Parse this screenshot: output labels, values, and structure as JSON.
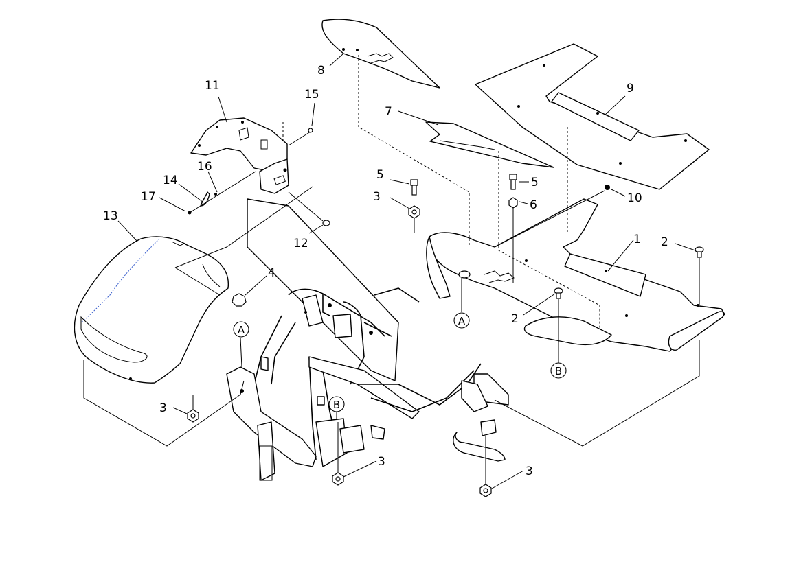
{
  "diagram": {
    "type": "exploded-parts-view",
    "callouts": [
      {
        "id": "c1",
        "label": "1"
      },
      {
        "id": "c2a",
        "label": "2"
      },
      {
        "id": "c2b",
        "label": "2"
      },
      {
        "id": "c3a",
        "label": "3"
      },
      {
        "id": "c3b",
        "label": "3"
      },
      {
        "id": "c3c",
        "label": "3"
      },
      {
        "id": "c3d",
        "label": "3"
      },
      {
        "id": "c4",
        "label": "4"
      },
      {
        "id": "c5a",
        "label": "5"
      },
      {
        "id": "c5b",
        "label": "5"
      },
      {
        "id": "c6",
        "label": "6"
      },
      {
        "id": "c7",
        "label": "7"
      },
      {
        "id": "c8",
        "label": "8"
      },
      {
        "id": "c9",
        "label": "9"
      },
      {
        "id": "c10",
        "label": "10"
      },
      {
        "id": "c11",
        "label": "11"
      },
      {
        "id": "c12",
        "label": "12"
      },
      {
        "id": "c13",
        "label": "13"
      },
      {
        "id": "c14",
        "label": "14"
      },
      {
        "id": "c15",
        "label": "15"
      },
      {
        "id": "c16",
        "label": "16"
      },
      {
        "id": "c17",
        "label": "17"
      }
    ],
    "reference_markers": [
      {
        "id": "refA1",
        "label": "A"
      },
      {
        "id": "refA2",
        "label": "A"
      },
      {
        "id": "refB1",
        "label": "B"
      },
      {
        "id": "refB2",
        "label": "B"
      }
    ]
  }
}
